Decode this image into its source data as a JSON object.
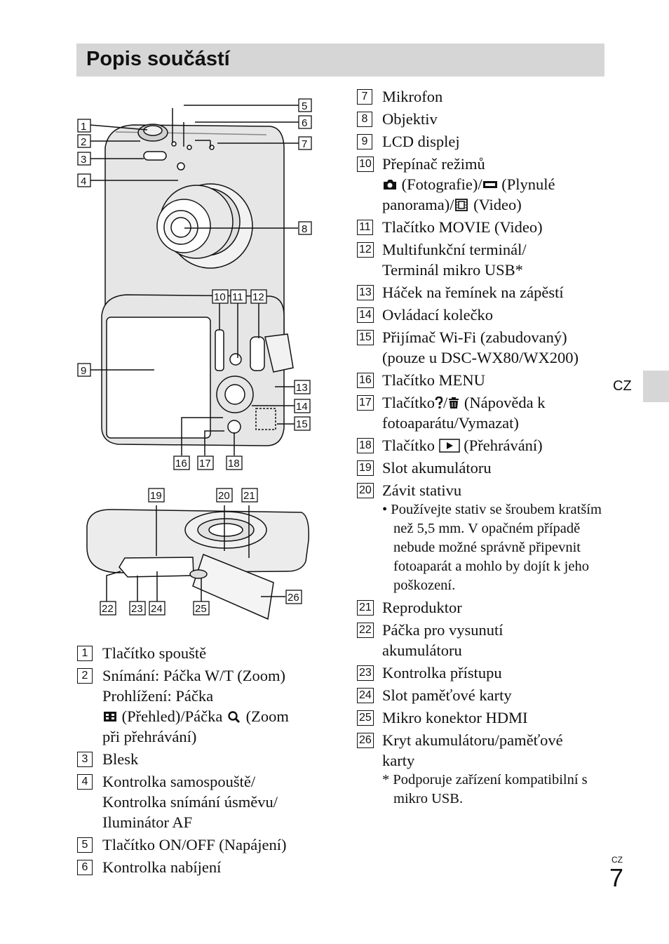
{
  "header": {
    "title": "Popis součástí"
  },
  "side_tab": {
    "label": "CZ"
  },
  "footer": {
    "lang": "CZ",
    "page": "7"
  },
  "callouts": {
    "c1": "1",
    "c2": "2",
    "c3": "3",
    "c4": "4",
    "c5": "5",
    "c6": "6",
    "c7": "7",
    "c8": "8",
    "c9": "9",
    "c10": "10",
    "c11": "11",
    "c12": "12",
    "c13": "13",
    "c14": "14",
    "c15": "15",
    "c16": "16",
    "c17": "17",
    "c18": "18",
    "c19": "19",
    "c20": "20",
    "c21": "21",
    "c22": "22",
    "c23": "23",
    "c24": "24",
    "c25": "25",
    "c26": "26"
  },
  "left_items": [
    {
      "num": "1",
      "text": "Tlačítko spouště"
    },
    {
      "num": "2",
      "line1": "Snímání: Páčka W/T (Zoom)",
      "line2": "Prohlížení: Páčka",
      "line3a": "(Přehled)/Páčka",
      "line3b": "(Zoom",
      "line4": "při přehrávání)"
    },
    {
      "num": "3",
      "text": "Blesk"
    },
    {
      "num": "4",
      "line1": "Kontrolka samospouště/",
      "line2": "Kontrolka snímání úsměvu/",
      "line3": "Iluminátor AF"
    },
    {
      "num": "5",
      "text": "Tlačítko ON/OFF (Napájení)"
    },
    {
      "num": "6",
      "text": "Kontrolka nabíjení"
    }
  ],
  "right_items": [
    {
      "num": "7",
      "text": "Mikrofon"
    },
    {
      "num": "8",
      "text": "Objektiv"
    },
    {
      "num": "9",
      "text": "LCD displej"
    },
    {
      "num": "10",
      "line1": "Přepínač režimů",
      "line2a": "(Fotografie)/",
      "line2b": "(Plynulé",
      "line3a": "panorama)/",
      "line3b": "(Video)"
    },
    {
      "num": "11",
      "text": "Tlačítko MOVIE (Video)"
    },
    {
      "num": "12",
      "line1": "Multifunkční terminál/",
      "line2": "Terminál mikro USB*"
    },
    {
      "num": "13",
      "text": "Háček na řemínek na zápěstí"
    },
    {
      "num": "14",
      "text": "Ovládací kolečko"
    },
    {
      "num": "15",
      "line1": "Přijímač Wi-Fi (zabudovaný)",
      "line2": "(pouze u DSC-WX80/WX200)"
    },
    {
      "num": "16",
      "text": "Tlačítko MENU"
    },
    {
      "num": "17",
      "line1a": "Tlačítko",
      "line1b": "/",
      "line1c": "(Nápověda k",
      "line2": "fotoaparátu/Vymazat)"
    },
    {
      "num": "18",
      "line1a": "Tlačítko",
      "line1b": "(Přehrávání)"
    },
    {
      "num": "19",
      "text": "Slot akumulátoru"
    },
    {
      "num": "20",
      "text": "Závit stativu",
      "bullet": "• Používejte stativ se šroubem kratším než 5,5 mm. V opačném případě nebude možné správně připevnit fotoaparát a mohlo by dojít k jeho poškození."
    },
    {
      "num": "21",
      "text": "Reproduktor"
    },
    {
      "num": "22",
      "line1": "Páčka pro vysunutí",
      "line2": "akumulátoru"
    },
    {
      "num": "23",
      "text": "Kontrolka přístupu"
    },
    {
      "num": "24",
      "text": "Slot paměťové karty"
    },
    {
      "num": "25",
      "text": "Mikro konektor HDMI"
    },
    {
      "num": "26",
      "line1": "Kryt akumulátoru/paměťové",
      "line2": "karty",
      "note": "* Podporuje zařízení kompatibilní s mikro USB."
    }
  ]
}
